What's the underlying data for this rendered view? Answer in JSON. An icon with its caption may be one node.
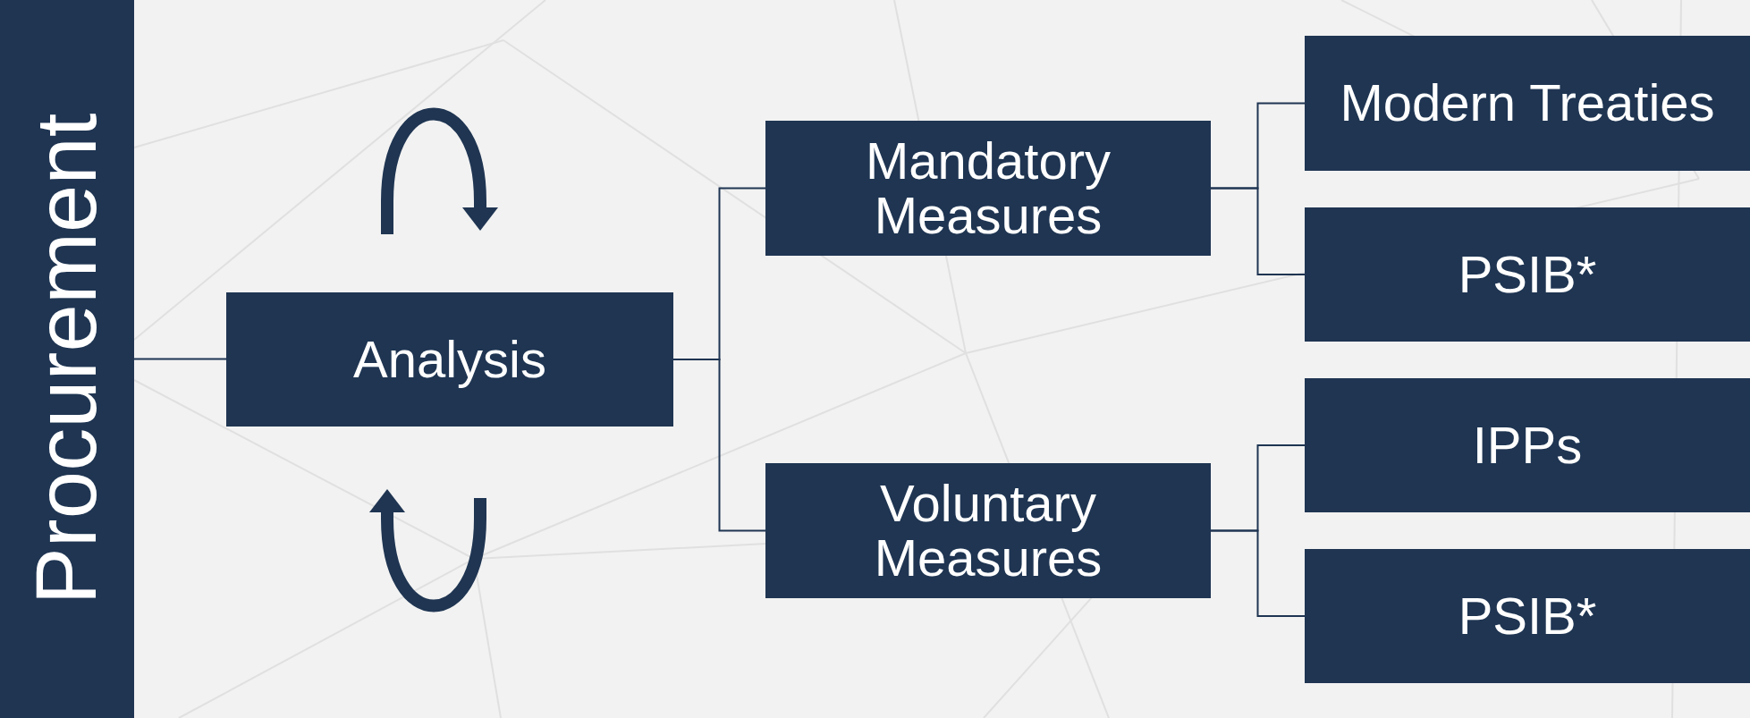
{
  "diagram": {
    "nodes": [
      {
        "text": [
          "Procurement"
        ]
      },
      {
        "text": [
          "Analysis"
        ]
      },
      {
        "text": [
          "Mandatory Measures"
        ]
      },
      {
        "text": [
          "Voluntary Measures"
        ]
      },
      {
        "text": [
          "Modern Treaties"
        ]
      },
      {
        "text": [
          "PSIB*"
        ]
      },
      {
        "text": [
          "IPPs"
        ]
      },
      {
        "text": [
          "PSIB*"
        ]
      }
    ],
    "edges": [
      {
        "from": 0,
        "to": 1,
        "arrow": "none"
      },
      {
        "from": 1,
        "to": 2,
        "arrow": "none"
      },
      {
        "from": 1,
        "to": 3,
        "arrow": "none"
      },
      {
        "from": 2,
        "to": 4,
        "arrow": "none"
      },
      {
        "from": 2,
        "to": 5,
        "arrow": "none"
      },
      {
        "from": 3,
        "to": 6,
        "arrow": "none"
      },
      {
        "from": 3,
        "to": 7,
        "arrow": "none"
      }
    ]
  }
}
